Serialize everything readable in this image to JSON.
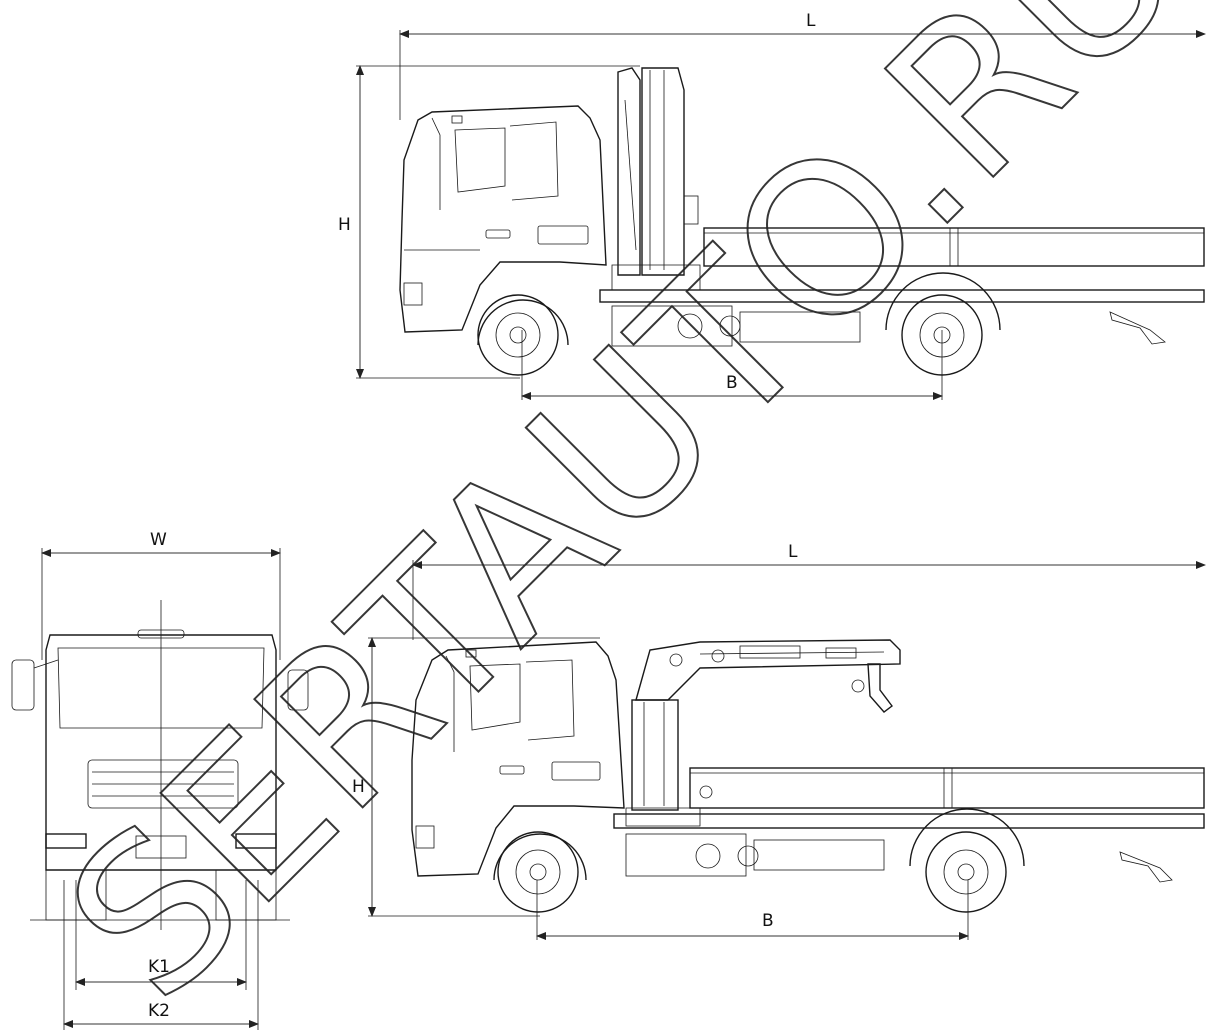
{
  "labels": {
    "side_top_length": "L",
    "side_top_height": "H",
    "side_top_base": "B",
    "front_width": "W",
    "front_track1": "K1",
    "front_track2": "K2",
    "side_bottom_length": "L",
    "side_bottom_height": "H",
    "side_bottom_base": "B"
  },
  "watermark": {
    "text": "SERTAUTO.RU"
  }
}
